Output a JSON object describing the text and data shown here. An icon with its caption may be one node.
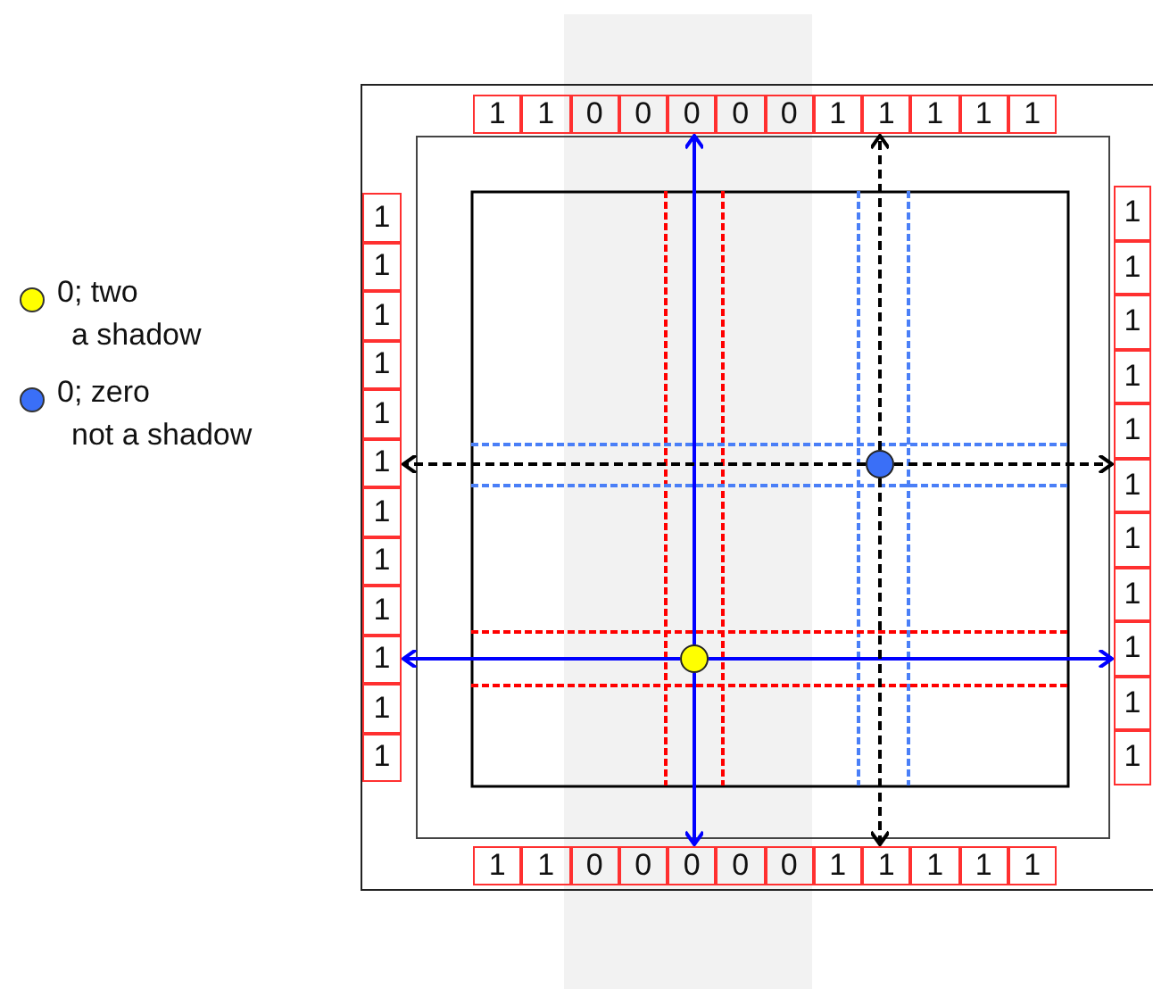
{
  "diagram": {
    "nodes": [
      {
        "text": [
          "1"
        ]
      },
      {
        "text": [
          "1"
        ]
      },
      {
        "text": [
          "0"
        ]
      },
      {
        "text": [
          "0"
        ]
      },
      {
        "text": [
          "0"
        ]
      },
      {
        "text": [
          "0"
        ]
      },
      {
        "text": [
          "0"
        ]
      },
      {
        "text": [
          "1"
        ]
      },
      {
        "text": [
          "1"
        ]
      },
      {
        "text": [
          "1"
        ]
      },
      {
        "text": [
          "1"
        ]
      },
      {
        "text": [
          "1"
        ]
      },
      {
        "text": [
          "1"
        ]
      },
      {
        "text": [
          "1"
        ]
      },
      {
        "text": [
          "0"
        ]
      },
      {
        "text": [
          "0"
        ]
      },
      {
        "text": [
          "0"
        ]
      },
      {
        "text": [
          "0"
        ]
      },
      {
        "text": [
          "0"
        ]
      },
      {
        "text": [
          "1"
        ]
      },
      {
        "text": [
          "1"
        ]
      },
      {
        "text": [
          "1"
        ]
      },
      {
        "text": [
          "1"
        ]
      },
      {
        "text": [
          "1"
        ]
      },
      {
        "text": [
          "1"
        ]
      },
      {
        "text": [
          "1"
        ]
      },
      {
        "text": [
          "1"
        ]
      },
      {
        "text": [
          "1"
        ]
      },
      {
        "text": [
          "1"
        ]
      },
      {
        "text": [
          "1"
        ]
      },
      {
        "text": [
          "1"
        ]
      },
      {
        "text": [
          "1"
        ]
      },
      {
        "text": [
          "1"
        ]
      },
      {
        "text": [
          "1"
        ]
      },
      {
        "text": [
          "1"
        ]
      },
      {
        "text": [
          "1"
        ]
      },
      {
        "text": [
          "1"
        ]
      },
      {
        "text": [
          "1"
        ]
      },
      {
        "text": [
          "1"
        ]
      },
      {
        "text": [
          "1"
        ]
      },
      {
        "text": [
          "1"
        ]
      },
      {
        "text": [
          "1"
        ]
      },
      {
        "text": [
          "1"
        ]
      },
      {
        "text": [
          "1"
        ]
      },
      {
        "text": [
          "1"
        ]
      },
      {
        "text": [
          "1"
        ]
      },
      {
        "text": [
          "1"
        ]
      },
      {
        "text": [],
        "shape": "circle"
      },
      {
        "text": [],
        "shape": "circle"
      }
    ],
    "edges": [
      {
        "from": 47,
        "to": 4,
        "arrow": "to",
        "color": "#0000ff"
      },
      {
        "from": 47,
        "to": 16,
        "arrow": "to",
        "color": "#0000ff"
      },
      {
        "from": 47,
        "to": 33,
        "arrow": "to",
        "color": "#0000ff"
      },
      {
        "from": 47,
        "to": 44,
        "arrow": "to",
        "color": "#0000ff"
      },
      {
        "from": 48,
        "to": 8,
        "arrow": "to",
        "style": "dashed",
        "color": "#000000"
      },
      {
        "from": 48,
        "to": 20,
        "arrow": "to",
        "style": "dashed",
        "color": "#000000"
      },
      {
        "from": 48,
        "to": 29,
        "arrow": "to",
        "style": "dashed",
        "color": "#000000"
      },
      {
        "from": 48,
        "to": 41,
        "arrow": "to",
        "style": "dashed",
        "color": "#000000"
      }
    ],
    "legend": [
      {
        "text": "0; two a shadow",
        "color": "#ffff00"
      },
      {
        "text": "0; zero not a shadow",
        "color": "#3a6ff7"
      }
    ]
  }
}
